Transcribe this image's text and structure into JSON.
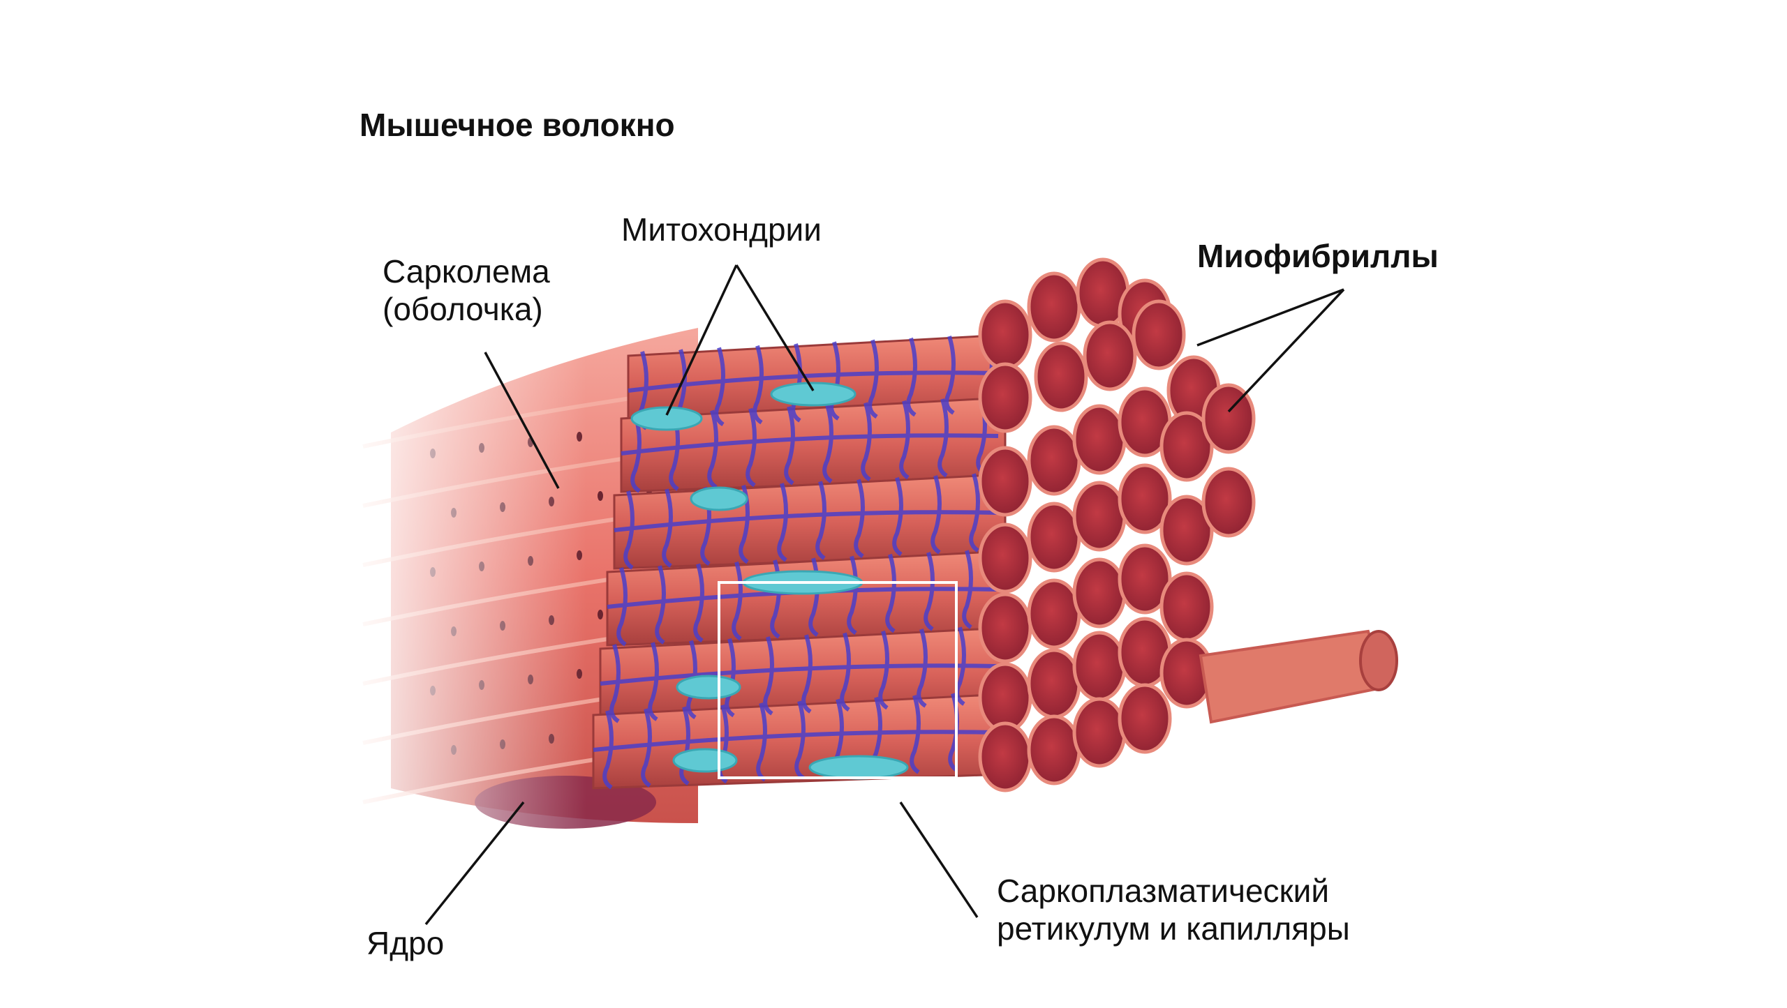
{
  "diagram": {
    "title": "Мышечное волокно",
    "labels": {
      "mitochondria": "Митохондрии",
      "sarcolemma_line1": "Сарколема",
      "sarcolemma_line2": "(оболочка)",
      "myofibrils": "Миофибриллы",
      "nucleus": "Ядро",
      "sr_line1": "Саркоплазматический",
      "sr_line2": "ретикулум и капилляры"
    },
    "colors": {
      "fiber_surface": "#e9736a",
      "myofibril_cap": "#b8303c",
      "reticulum": "#4b3fc9",
      "mitochondria": "#5fc9d3",
      "leader_lines": "#111111",
      "nucleus": "#8a2a4a"
    }
  }
}
